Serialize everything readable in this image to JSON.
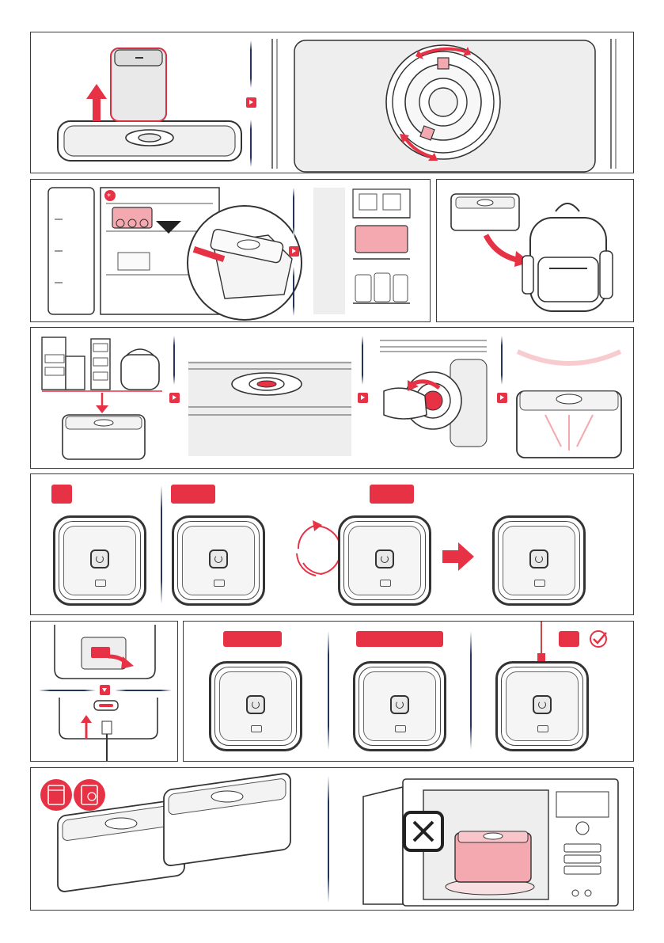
{
  "document": {
    "page_width": 839,
    "page_height": 1191,
    "accent_color": "#e63244",
    "line_color": "#333333",
    "fill_gray": "#eeeeee",
    "frame_blue": "#24355c"
  },
  "panels": [
    {
      "id": "attach-pump",
      "steps": [
        "lift-pump-from-lid",
        "rotate-valve-ring"
      ]
    },
    {
      "id": "fridge-storage",
      "steps": [
        "place-container-in-fridge",
        "container-on-shelf"
      ],
      "icons": [
        "snowflake-icon"
      ]
    },
    {
      "id": "carry-in-backpack",
      "steps": [
        "put-container-in-backpack"
      ]
    },
    {
      "id": "vacuum-process",
      "steps": [
        "choose-food",
        "locate-valve",
        "press-pump-button",
        "vacuum-in-container"
      ]
    },
    {
      "id": "light-indicators",
      "badges": [
        "light-on-icon",
        "light-blinking-icon",
        "light-transition-icon"
      ]
    },
    {
      "id": "charging",
      "steps": [
        "open-port-cover",
        "plug-usb-c"
      ]
    },
    {
      "id": "battery-status",
      "badges": [
        "battery-low-icon",
        "battery-charging-icon",
        "battery-full-check-icon"
      ]
    },
    {
      "id": "dishwasher-freezer-safe",
      "icons": [
        "dishwasher-icon",
        "freezer-icon"
      ]
    },
    {
      "id": "no-microwave",
      "icons": [
        "cross-icon"
      ]
    }
  ]
}
